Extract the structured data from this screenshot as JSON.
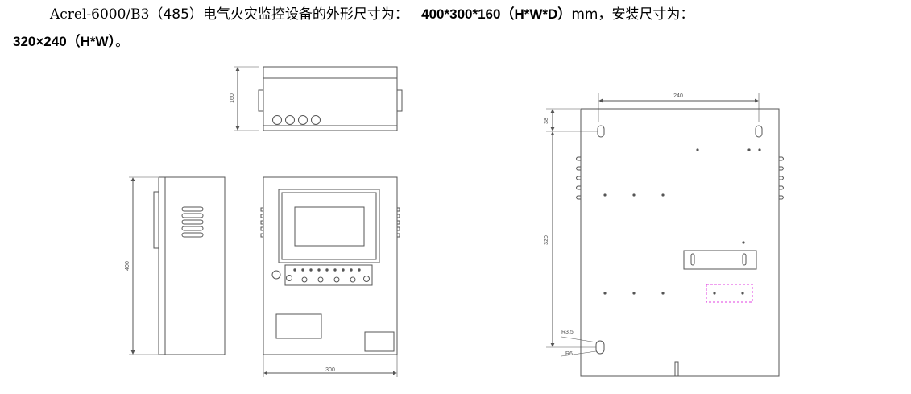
{
  "text": {
    "line1_model": "Acrel-6000/B3",
    "line1_rs": "（485）",
    "line1_desc": "电气火灾监控设备的外形尺寸为：",
    "line1_dims": "400*300*160",
    "line1_hwd": "（H*W*D）",
    "line1_unit": "mm，",
    "line1_install": "安装尺寸为：",
    "line2_dims": "320×240",
    "line2_hw": "（H*W）",
    "line2_end": "。"
  },
  "dimensions": {
    "top_depth": "160",
    "side_height": "400",
    "front_width": "300",
    "mount_width": "240",
    "mount_top": "38",
    "mount_height": "320",
    "radius_small": "R3.5",
    "radius_large": "R6"
  },
  "colors": {
    "line": "#555555",
    "dash": "#e040e0"
  }
}
